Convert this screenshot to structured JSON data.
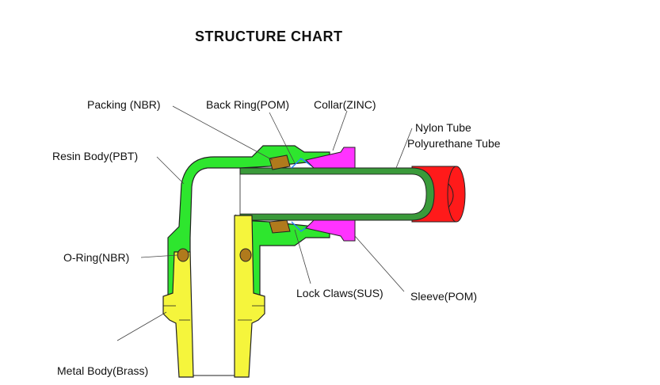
{
  "title": "STRUCTURE CHART",
  "labels": {
    "packing": "Packing (NBR)",
    "back_ring": "Back Ring(POM)",
    "collar": "Collar(ZINC)",
    "nylon_tube": "Nylon Tube",
    "polyurethane_tube": "Polyurethane Tube",
    "resin_body": "Resin Body(PBT)",
    "o_ring": "O-Ring(NBR)",
    "lock_claws": "Lock Claws(SUS)",
    "sleeve": "Sleeve(POM)",
    "metal_body": "Metal Body(Brass)"
  },
  "colors": {
    "resin_body": "#2ee62e",
    "metal_body": "#f5f53c",
    "collar": "#ff33ff",
    "tube": "#ff1a1a",
    "tube_inner": "#3a9a3a",
    "seal": "#b07a1c",
    "outline": "#222222"
  }
}
